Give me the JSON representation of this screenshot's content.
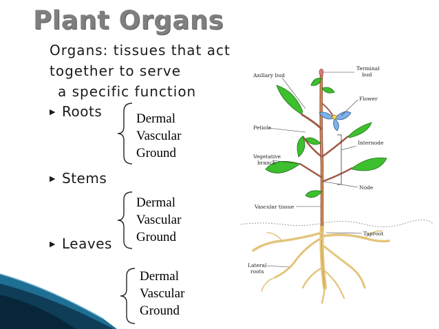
{
  "slide": {
    "title": "Plant Organs",
    "definition_line1": "Organs: tissues that act together to serve",
    "definition_line2": "a specific function",
    "organs": [
      {
        "name": "Roots",
        "tissues": [
          "Dermal",
          "Vascular",
          "Ground"
        ]
      },
      {
        "name": "Stems",
        "tissues": [
          "Dermal",
          "Vascular",
          "Ground"
        ]
      },
      {
        "name": "Leaves",
        "tissues": [
          "Dermal",
          "Vascular",
          "Ground"
        ]
      }
    ],
    "bullet_icon": "triangle-right-icon"
  },
  "diagram": {
    "labels": {
      "axillary_bud": "Axillary bud",
      "terminal_bud_1": "Terminal",
      "terminal_bud_2": "bud",
      "flower": "Flower",
      "petiole": "Petiole",
      "internode": "Internode",
      "vegetative_branch_1": "Vegetative",
      "vegetative_branch_2": "branch",
      "node": "Node",
      "vascular_tissue": "Vascular tissue",
      "taproot": "Taproot",
      "lateral_roots_1": "Lateral",
      "lateral_roots_2": "roots"
    },
    "colors": {
      "leaf": "#3ebf2e",
      "stem": "#a05a48",
      "root": "#e3c47a",
      "flower": "#7fb0e6",
      "vascular": "#e8b84a"
    }
  }
}
